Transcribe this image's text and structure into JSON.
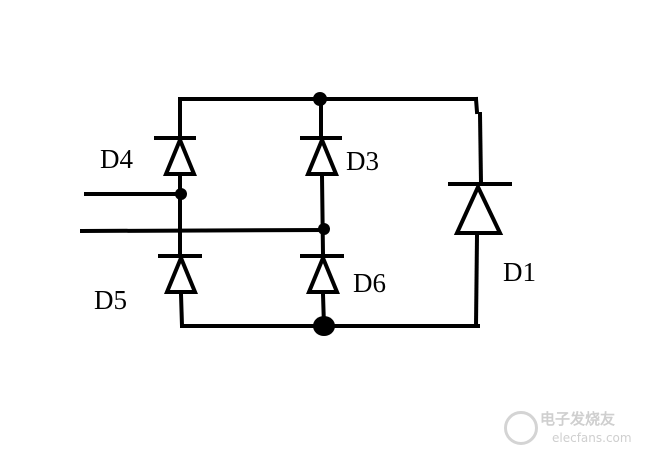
{
  "labels": {
    "d1": "D1",
    "d3": "D3",
    "d4": "D4",
    "d5": "D5",
    "d6": "D6"
  },
  "watermark": {
    "text": "电子发烧友",
    "site": "elecfans.com",
    "color": "#cfcfcf"
  }
}
